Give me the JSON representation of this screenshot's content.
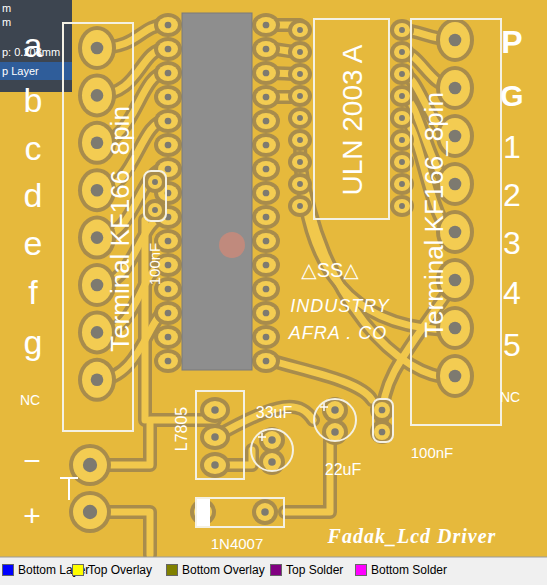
{
  "diagram": {
    "nodes": [
      {
        "text": [
          "Terminal KF166_8pin"
        ]
      },
      {
        "text": [
          "Terminal KF166_8pin"
        ]
      },
      {
        "text": [
          "ULN 2003 A"
        ]
      },
      {
        "text": [
          "100nF"
        ]
      },
      {
        "text": [
          "L7805"
        ]
      },
      {
        "text": [
          "33uF"
        ]
      },
      {
        "text": [
          "22uF"
        ]
      },
      {
        "text": [
          "100nF"
        ]
      },
      {
        "text": [
          "1N4007"
        ]
      }
    ],
    "labels": [
      "m",
      "m",
      "p: 0.203mm",
      "p Layer",
      "a",
      "b",
      "c",
      "d",
      "e",
      "f",
      "g",
      "NC",
      "−",
      "+",
      "P",
      "G",
      "1",
      "2",
      "3",
      "4",
      "5",
      "NC",
      "△SS△",
      "INDUSTRY",
      "AFRA . CO",
      "Fadak_Lcd Driver"
    ],
    "legend": [
      {
        "text": "Bottom Layer",
        "color": "#0000ff"
      },
      {
        "text": "Top Overlay",
        "color": "#ffff00"
      },
      {
        "text": "Bottom Overlay",
        "color": "#808000"
      },
      {
        "text": "Top Solder",
        "color": "#800080"
      },
      {
        "text": "Bottom Solder",
        "color": "#ff00ff"
      }
    ]
  }
}
